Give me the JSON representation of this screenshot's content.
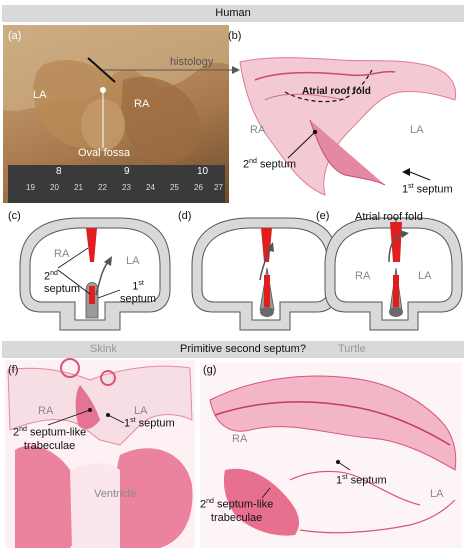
{
  "header": {
    "human": "Human"
  },
  "panel_a": {
    "letter": "(a)",
    "la": "LA",
    "ra": "RA",
    "oval_fossa": "Oval fossa",
    "histology": "histology",
    "ruler": [
      "8",
      "9",
      "10"
    ],
    "ruler_small": [
      "19",
      "20",
      "21",
      "22",
      "23",
      "24",
      "25",
      "26",
      "27"
    ]
  },
  "panel_b": {
    "letter": "(b)",
    "roof": "Atrial roof fold",
    "ra": "RA",
    "la": "LA",
    "second_pre": "2",
    "second_sup": "nd",
    "second_post": " septum",
    "first_pre": "1",
    "first_sup": "st",
    "first_post": " septum"
  },
  "panel_c": {
    "letter": "(c)",
    "ra": "RA",
    "la": "LA",
    "second_pre": "2",
    "second_sup": "nd",
    "second_line2": "septum",
    "first_pre": "1",
    "first_sup": "st",
    "first_line2": "septum"
  },
  "panel_d": {
    "letter": "(d)"
  },
  "panel_e": {
    "letter": "(e)",
    "roof": "Atrial roof fold",
    "ra": "RA",
    "la": "LA"
  },
  "band2": {
    "skink": "Skink",
    "title": "Primitive second septum?",
    "turtle": "Turtle"
  },
  "panel_f": {
    "letter": "(f)",
    "ra": "RA",
    "la": "LA",
    "second_pre": "2",
    "second_sup": "nd",
    "second_post": " septum-like",
    "trab": "trabeculae",
    "first_pre": "1",
    "first_sup": "st",
    "first_post": " septum",
    "ventricle": "Ventricle"
  },
  "panel_g": {
    "letter": "(g)",
    "ra": "RA",
    "la": "LA",
    "first_pre": "1",
    "first_sup": "st",
    "first_post": " septum",
    "second_pre": "2",
    "second_sup": "nd",
    "second_post": " septum-like",
    "trab": "trabeculae"
  }
}
